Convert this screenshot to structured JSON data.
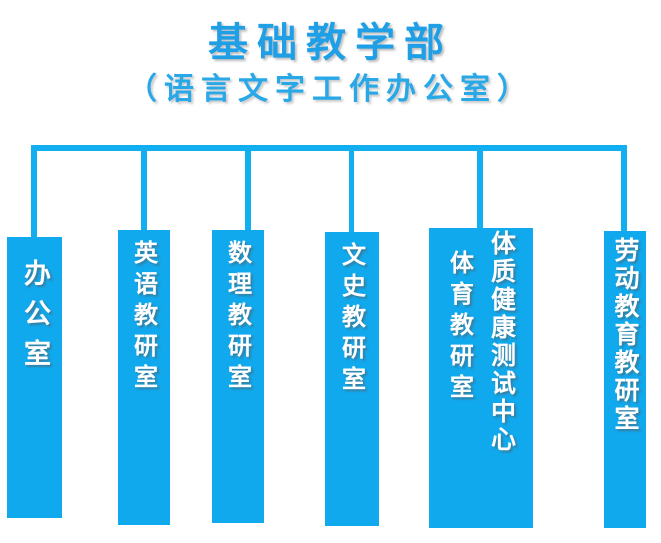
{
  "header": {
    "title": "基础教学部",
    "subtitle": "（语言文字工作办公室）"
  },
  "theme": {
    "box_fill": "#10A9EE",
    "line_color": "#12AFF0",
    "title_color": "#1E9FE6",
    "label_color": "#FFFFFF",
    "background": "#FFFFFF"
  },
  "chart_data": {
    "type": "diagram",
    "diagram_kind": "organizational-chart",
    "orientation": "top-down",
    "root": "基础教学部（语言文字工作办公室）",
    "node_count": 6,
    "nodes": [
      {
        "id": "node-1",
        "label": "办公室",
        "columns": [
          "办公室"
        ]
      },
      {
        "id": "node-2",
        "label": "英语教研室",
        "columns": [
          "英语教研室"
        ]
      },
      {
        "id": "node-3",
        "label": "数理教研室",
        "columns": [
          "数理教研室"
        ]
      },
      {
        "id": "node-4",
        "label": "文史教研室",
        "columns": [
          "文史教研室"
        ]
      },
      {
        "id": "node-5",
        "label": "体育教研室 / 体质健康测试中心",
        "columns": [
          "体育教研室",
          "体质健康测试中心"
        ]
      },
      {
        "id": "node-6",
        "label": "劳动教育教研室",
        "columns": [
          "劳动教育教研室"
        ]
      }
    ]
  },
  "nodes": {
    "n1": {
      "col1": "办公室"
    },
    "n2": {
      "col1": "英语教研室"
    },
    "n3": {
      "col1": "数理教研室"
    },
    "n4": {
      "col1": "文史教研室"
    },
    "n5": {
      "col1": "体育教研室",
      "col2": "体质健康测试中心"
    },
    "n6": {
      "col1": "劳动教育教研室"
    }
  }
}
